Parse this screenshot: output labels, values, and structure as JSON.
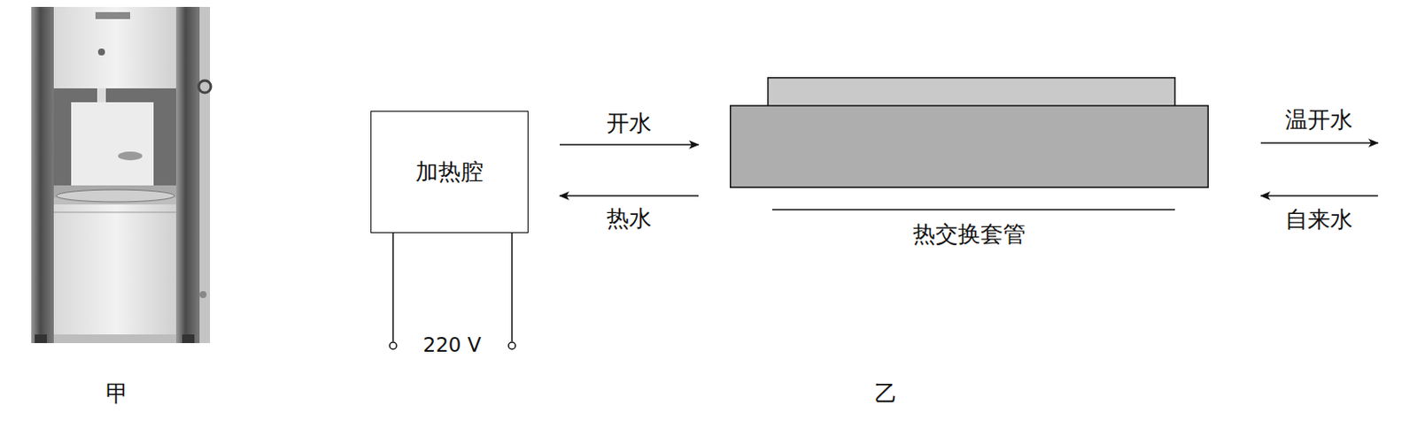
{
  "diagram": {
    "nodes": [
      {
        "text": [
          "加热腔"
        ]
      },
      {
        "text": [
          "热交换套管"
        ]
      }
    ],
    "edges": [
      {
        "from": 0,
        "to": 1,
        "arrow": "to",
        "label": "开水"
      },
      {
        "from": 1,
        "to": 0,
        "arrow": "to",
        "label": "热水"
      }
    ],
    "labels": [
      "甲",
      "乙",
      "220 V",
      "温开水",
      "自来水"
    ]
  }
}
